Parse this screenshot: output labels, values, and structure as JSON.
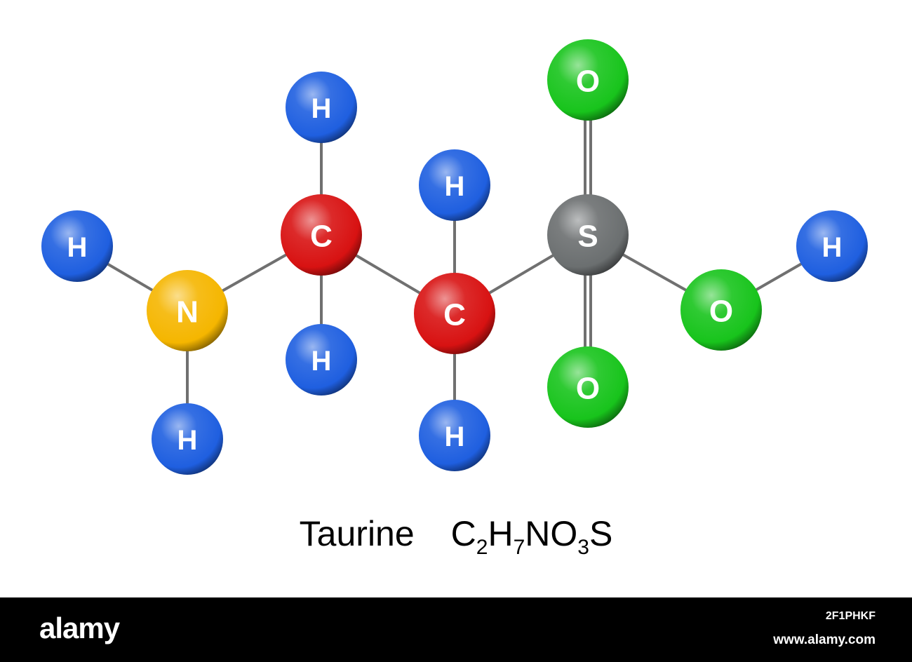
{
  "colors": {
    "H": "#1f5fe0",
    "C": "#d81212",
    "N": "#f5b600",
    "O": "#18c41c",
    "S": "#6b6f70",
    "bond": "#707070",
    "background": "#ffffff",
    "footer": "#000000"
  },
  "atoms": [
    {
      "element": "H",
      "label": "H"
    },
    {
      "element": "N",
      "label": "N"
    },
    {
      "element": "H",
      "label": "H"
    },
    {
      "element": "C",
      "label": "C"
    },
    {
      "element": "H",
      "label": "H"
    },
    {
      "element": "H",
      "label": "H"
    },
    {
      "element": "C",
      "label": "C"
    },
    {
      "element": "H",
      "label": "H"
    },
    {
      "element": "H",
      "label": "H"
    },
    {
      "element": "S",
      "label": "S"
    },
    {
      "element": "O",
      "label": "O"
    },
    {
      "element": "O",
      "label": "O"
    },
    {
      "element": "O",
      "label": "O"
    },
    {
      "element": "H",
      "label": "H"
    }
  ],
  "bonds": [
    {
      "from": 0,
      "to": 1,
      "order": 1
    },
    {
      "from": 1,
      "to": 2,
      "order": 1
    },
    {
      "from": 1,
      "to": 3,
      "order": 1
    },
    {
      "from": 3,
      "to": 4,
      "order": 1
    },
    {
      "from": 3,
      "to": 5,
      "order": 1
    },
    {
      "from": 3,
      "to": 6,
      "order": 1
    },
    {
      "from": 6,
      "to": 7,
      "order": 1
    },
    {
      "from": 6,
      "to": 8,
      "order": 1
    },
    {
      "from": 6,
      "to": 9,
      "order": 1
    },
    {
      "from": 9,
      "to": 10,
      "order": 2
    },
    {
      "from": 9,
      "to": 11,
      "order": 2
    },
    {
      "from": 9,
      "to": 12,
      "order": 1
    },
    {
      "from": 12,
      "to": 13,
      "order": 1
    }
  ],
  "caption": {
    "name": "Taurine",
    "formula": [
      {
        "text": "C"
      },
      {
        "sub": "2"
      },
      {
        "text": "H"
      },
      {
        "sub": "7"
      },
      {
        "text": "NO"
      },
      {
        "sub": "3"
      },
      {
        "text": "S"
      }
    ]
  },
  "footer": {
    "brand": "alamy",
    "image_id": "2F1PHKF",
    "site": "www.alamy.com"
  }
}
